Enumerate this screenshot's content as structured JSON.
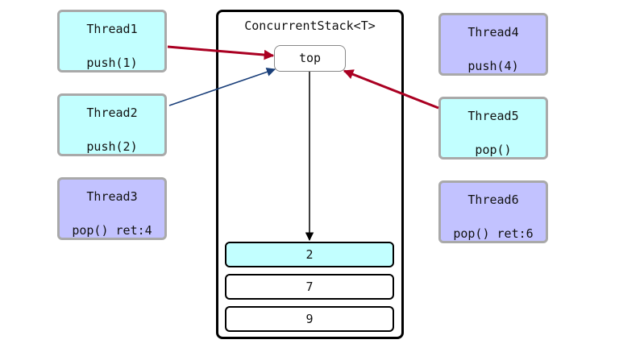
{
  "colors": {
    "cyan": "#c2ffff",
    "lavender": "#c2c2ff",
    "top_item": "#c2ffff",
    "item": "#ffffff",
    "red_arrow": "#aa0022",
    "blue_arrow": "#1a3f7a",
    "black_arrow": "#000000"
  },
  "stack": {
    "title": "ConcurrentStack<T>",
    "top_label": "top",
    "items": [
      "2",
      "7",
      "9"
    ]
  },
  "threads": [
    {
      "name": "Thread1",
      "op": "push(1)",
      "color": "cyan"
    },
    {
      "name": "Thread2",
      "op": "push(2)",
      "color": "cyan"
    },
    {
      "name": "Thread3",
      "op": "pop() ret:4",
      "color": "lavender"
    },
    {
      "name": "Thread4",
      "op": "push(4)",
      "color": "lavender"
    },
    {
      "name": "Thread5",
      "op": "pop()",
      "color": "cyan"
    },
    {
      "name": "Thread6",
      "op": "pop() ret:6",
      "color": "lavender"
    }
  ]
}
